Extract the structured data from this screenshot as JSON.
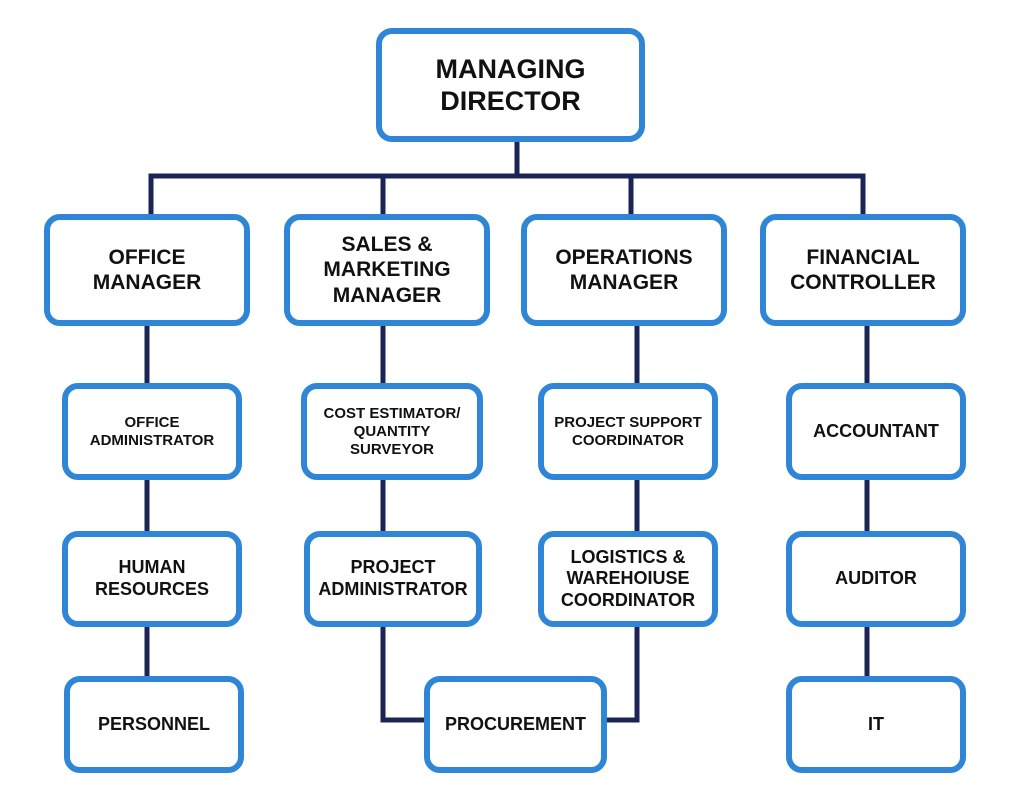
{
  "colors": {
    "box_border": "#2f86d6",
    "connector": "#1a2455",
    "text": "#111111"
  },
  "nodes": {
    "managing_director": "MANAGING\nDIRECTOR",
    "office_manager": "OFFICE MANAGER",
    "sales_marketing_manager": "SALES &\nMARKETING\nMANAGER",
    "operations_manager": "OPERATIONS\nMANAGER",
    "financial_controller": "FINANCIAL\nCONTROLLER",
    "office_administrator": "OFFICE\nADMINISTRATOR",
    "human_resources": "HUMAN\nRESOURCES",
    "personnel": "PERSONNEL",
    "cost_estimator": "COST ESTIMATOR/\nQUANTITY SURVEYOR",
    "project_administrator": "PROJECT\nADMINISTRATOR",
    "project_support_coordinator": "PROJECT SUPPORT\nCOORDINATOR",
    "logistics_warehouse_coordinator": "LOGISTICS &\nWAREHOIUSE\nCOORDINATOR",
    "procurement": "PROCUREMENT",
    "accountant": "ACCOUNTANT",
    "auditor": "AUDITOR",
    "it": "IT"
  }
}
